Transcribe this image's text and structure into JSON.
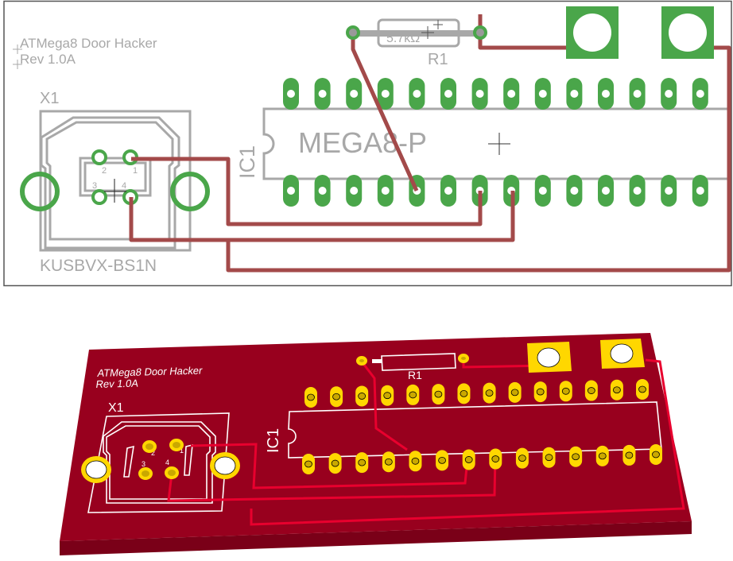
{
  "board": {
    "title": "ATMega8 Door Hacker",
    "revision": "Rev 1.0A"
  },
  "usb_connector": {
    "name": "X1",
    "part": "KUSBVX-BS1N",
    "pin_labels": [
      "1",
      "2",
      "3",
      "4"
    ]
  },
  "ic": {
    "name": "IC1",
    "part": "MEGA8-P",
    "pins_per_row": 14
  },
  "resistor": {
    "name": "R1",
    "value": "5.7kΩ"
  },
  "colors": {
    "pad_2d": "#4aa64a",
    "trace_2d": "#a34a4a",
    "silk_2d": "#a8a8a8",
    "board_3d": "#98001e",
    "pad_3d": "#ffd700",
    "trace_3d": "#e8002e"
  }
}
